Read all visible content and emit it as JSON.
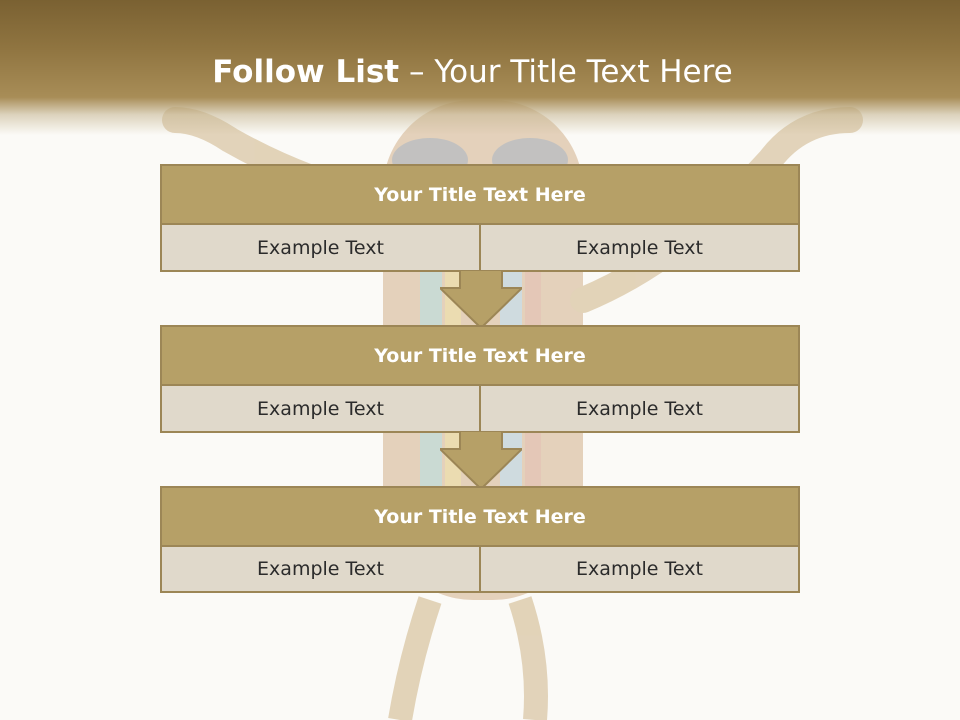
{
  "slide": {
    "title_bold": "Follow List",
    "title_rest": "– Your Title Text Here",
    "background_image": "cartoon-character-figure",
    "colors": {
      "header": "#8f7440",
      "box_head": "#b6a067",
      "box_body": "#e0d9cb",
      "border": "#9c8656"
    }
  },
  "steps": [
    {
      "title": "Your Title Text Here",
      "left": "Example Text",
      "right": "Example Text"
    },
    {
      "title": "Your Title Text Here",
      "left": "Example Text",
      "right": "Example Text"
    },
    {
      "title": "Your Title Text Here",
      "left": "Example Text",
      "right": "Example Text"
    }
  ]
}
